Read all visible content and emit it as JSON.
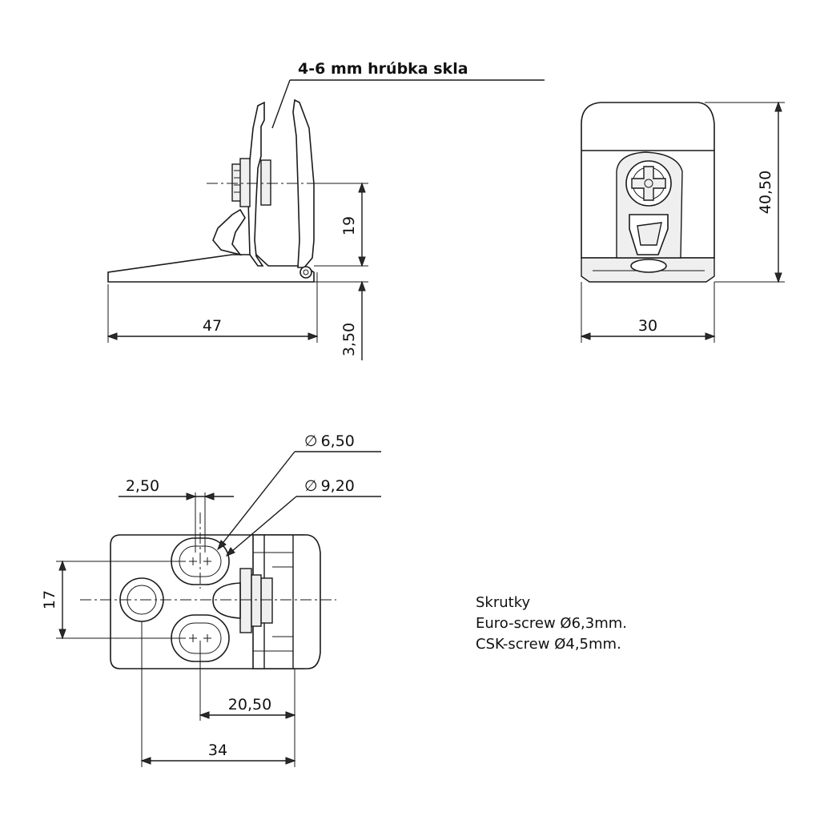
{
  "side_view": {
    "glass_note": "4-6 mm hrúbka skla",
    "dim_length": "47",
    "dim_height": "19",
    "dim_base": "3,50"
  },
  "front_view": {
    "dim_height": "40,50",
    "dim_width": "30"
  },
  "top_view": {
    "dim_slot_width": "2,50",
    "dim_hole_small": "6,50",
    "dim_hole_large": "9,20",
    "dim_hole_spacing": "17",
    "dim_offset": "20,50",
    "dim_total": "34",
    "diameter_symbol": "∅"
  },
  "screws_note": {
    "title": "Skrutky",
    "line1": "Euro-screw Ø6,3mm.",
    "line2": "CSK-screw Ø4,5mm."
  }
}
